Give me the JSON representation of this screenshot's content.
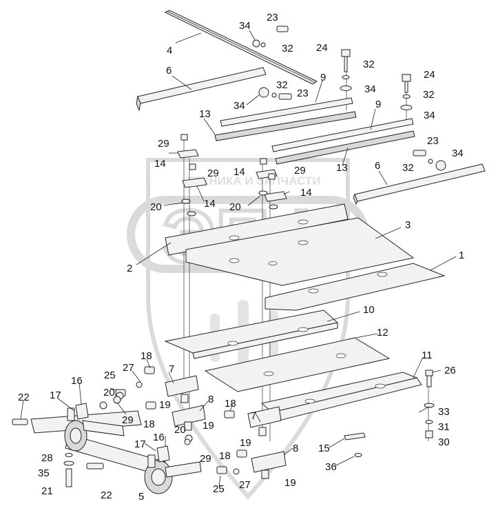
{
  "watermark": {
    "logo_letters": "ЭПФ",
    "caption": "ТЕХНИКА И ЗАПЧАСТИ"
  },
  "colors": {
    "line": "#222222",
    "part_fill": "#f2f2f2",
    "part_shade": "#d9d9d9",
    "watermark": "#c8c8c8"
  },
  "callouts": [
    {
      "id": "c4",
      "text": "4"
    },
    {
      "id": "c34a",
      "text": "34"
    },
    {
      "id": "c23a",
      "text": "23"
    },
    {
      "id": "c32a",
      "text": "32"
    },
    {
      "id": "c24a",
      "text": "24"
    },
    {
      "id": "c32b",
      "text": "32"
    },
    {
      "id": "c6a",
      "text": "6"
    },
    {
      "id": "c9a",
      "text": "9"
    },
    {
      "id": "c32c",
      "text": "32"
    },
    {
      "id": "c23b",
      "text": "23"
    },
    {
      "id": "c34b",
      "text": "34"
    },
    {
      "id": "c34c",
      "text": "34"
    },
    {
      "id": "c24b",
      "text": "24"
    },
    {
      "id": "c32d",
      "text": "32"
    },
    {
      "id": "c34d",
      "text": "34"
    },
    {
      "id": "c9b",
      "text": "9"
    },
    {
      "id": "c13a",
      "text": "13"
    },
    {
      "id": "c29a",
      "text": "29"
    },
    {
      "id": "c14a",
      "text": "14"
    },
    {
      "id": "c29b",
      "text": "29"
    },
    {
      "id": "c14b",
      "text": "14"
    },
    {
      "id": "c29c",
      "text": "29"
    },
    {
      "id": "c13b",
      "text": "13"
    },
    {
      "id": "c23c",
      "text": "23"
    },
    {
      "id": "c34e",
      "text": "34"
    },
    {
      "id": "c32e",
      "text": "32"
    },
    {
      "id": "c6b",
      "text": "6"
    },
    {
      "id": "c14c",
      "text": "14"
    },
    {
      "id": "c14d",
      "text": "14"
    },
    {
      "id": "c20a",
      "text": "20"
    },
    {
      "id": "c20b",
      "text": "20"
    },
    {
      "id": "c3",
      "text": "3"
    },
    {
      "id": "c2",
      "text": "2"
    },
    {
      "id": "c1",
      "text": "1"
    },
    {
      "id": "c10",
      "text": "10"
    },
    {
      "id": "c12",
      "text": "12"
    },
    {
      "id": "c11",
      "text": "11"
    },
    {
      "id": "c18a",
      "text": "18"
    },
    {
      "id": "c27a",
      "text": "27"
    },
    {
      "id": "c25a",
      "text": "25"
    },
    {
      "id": "c7a",
      "text": "7"
    },
    {
      "id": "c26",
      "text": "26"
    },
    {
      "id": "c16a",
      "text": "16"
    },
    {
      "id": "c20c",
      "text": "20"
    },
    {
      "id": "c22a",
      "text": "22"
    },
    {
      "id": "c17a",
      "text": "17"
    },
    {
      "id": "c29d",
      "text": "29"
    },
    {
      "id": "c19a",
      "text": "19"
    },
    {
      "id": "c8a",
      "text": "8"
    },
    {
      "id": "c18b",
      "text": "18"
    },
    {
      "id": "c7b",
      "text": "7"
    },
    {
      "id": "c33",
      "text": "33"
    },
    {
      "id": "c18c",
      "text": "18"
    },
    {
      "id": "c19b",
      "text": "19"
    },
    {
      "id": "c31",
      "text": "31"
    },
    {
      "id": "c19c",
      "text": "19"
    },
    {
      "id": "c20d",
      "text": "20"
    },
    {
      "id": "c30",
      "text": "30"
    },
    {
      "id": "c17b",
      "text": "17"
    },
    {
      "id": "c16b",
      "text": "16"
    },
    {
      "id": "c15",
      "text": "15"
    },
    {
      "id": "c28",
      "text": "28"
    },
    {
      "id": "c29e",
      "text": "29"
    },
    {
      "id": "c18d",
      "text": "18"
    },
    {
      "id": "c8b",
      "text": "8"
    },
    {
      "id": "c35",
      "text": "35"
    },
    {
      "id": "c36",
      "text": "36"
    },
    {
      "id": "c25b",
      "text": "25"
    },
    {
      "id": "c27b",
      "text": "27"
    },
    {
      "id": "c19d",
      "text": "19"
    },
    {
      "id": "c21",
      "text": "21"
    },
    {
      "id": "c22b",
      "text": "22"
    },
    {
      "id": "c5",
      "text": "5"
    }
  ]
}
